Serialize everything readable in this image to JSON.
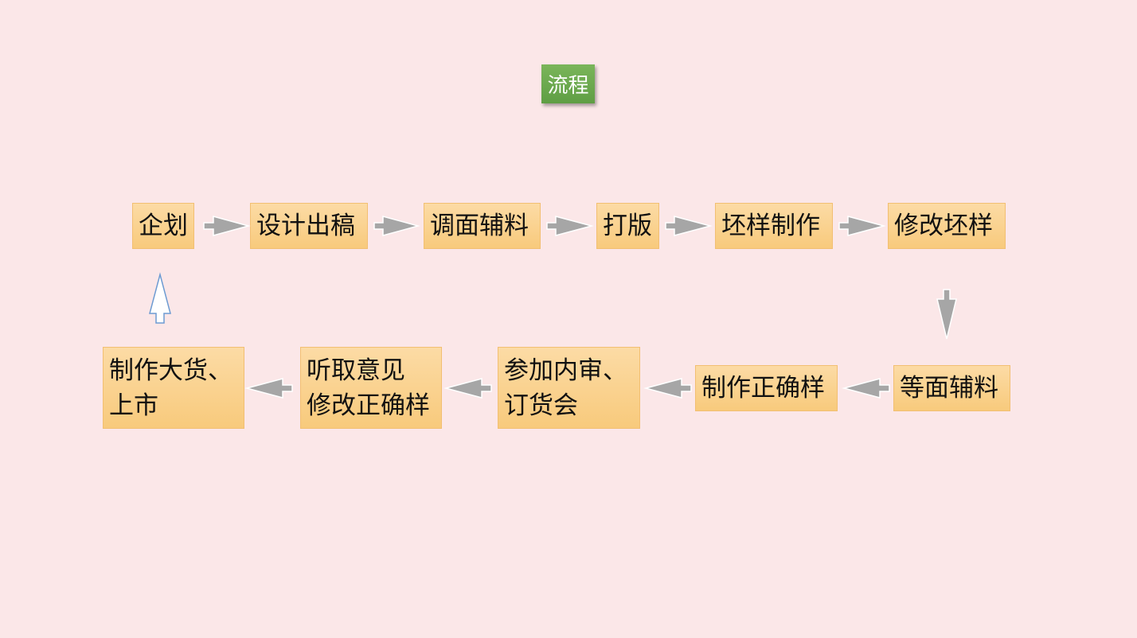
{
  "title": "流程",
  "steps": [
    "企划",
    "设计出稿",
    "调面辅料",
    "打版",
    "坯样制作",
    "修改坯样",
    "等面辅料",
    "制作正确样",
    "参加内审、\n订货会",
    "听取意见\n修改正确样",
    "制作大货、\n上市"
  ],
  "colors": {
    "background": "#fbe7e8",
    "title_fill": "#6aa84f",
    "node_fill": "#f9cf88",
    "arrow_fill": "#a6a6a6",
    "return_arrow_stroke": "#6d9bd2"
  }
}
